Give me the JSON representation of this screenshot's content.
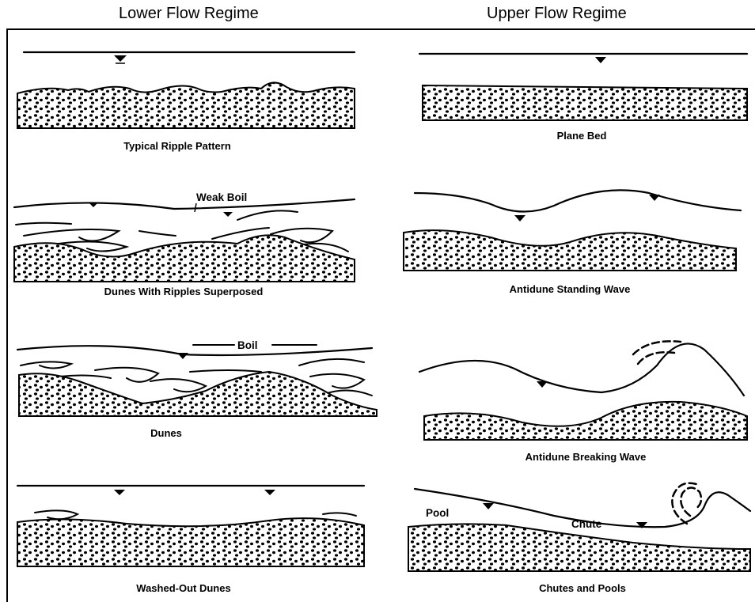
{
  "headers": {
    "lower": "Lower Flow Regime",
    "upper": "Upper Flow Regime"
  },
  "panels": {
    "ripple": {
      "caption": "Typical Ripple Pattern"
    },
    "dunes_ripples": {
      "caption": "Dunes With Ripples Superposed",
      "label": "Weak Boil"
    },
    "dunes": {
      "caption": "Dunes",
      "label": "Boil"
    },
    "washed_out": {
      "caption": "Washed-Out Dunes"
    },
    "plane_bed": {
      "caption": "Plane Bed"
    },
    "antidune_standing": {
      "caption": "Antidune Standing Wave"
    },
    "antidune_breaking": {
      "caption": "Antidune Breaking Wave"
    },
    "chutes_pools": {
      "caption": "Chutes and Pools",
      "label_pool": "Pool",
      "label_chute": "Chute"
    }
  }
}
